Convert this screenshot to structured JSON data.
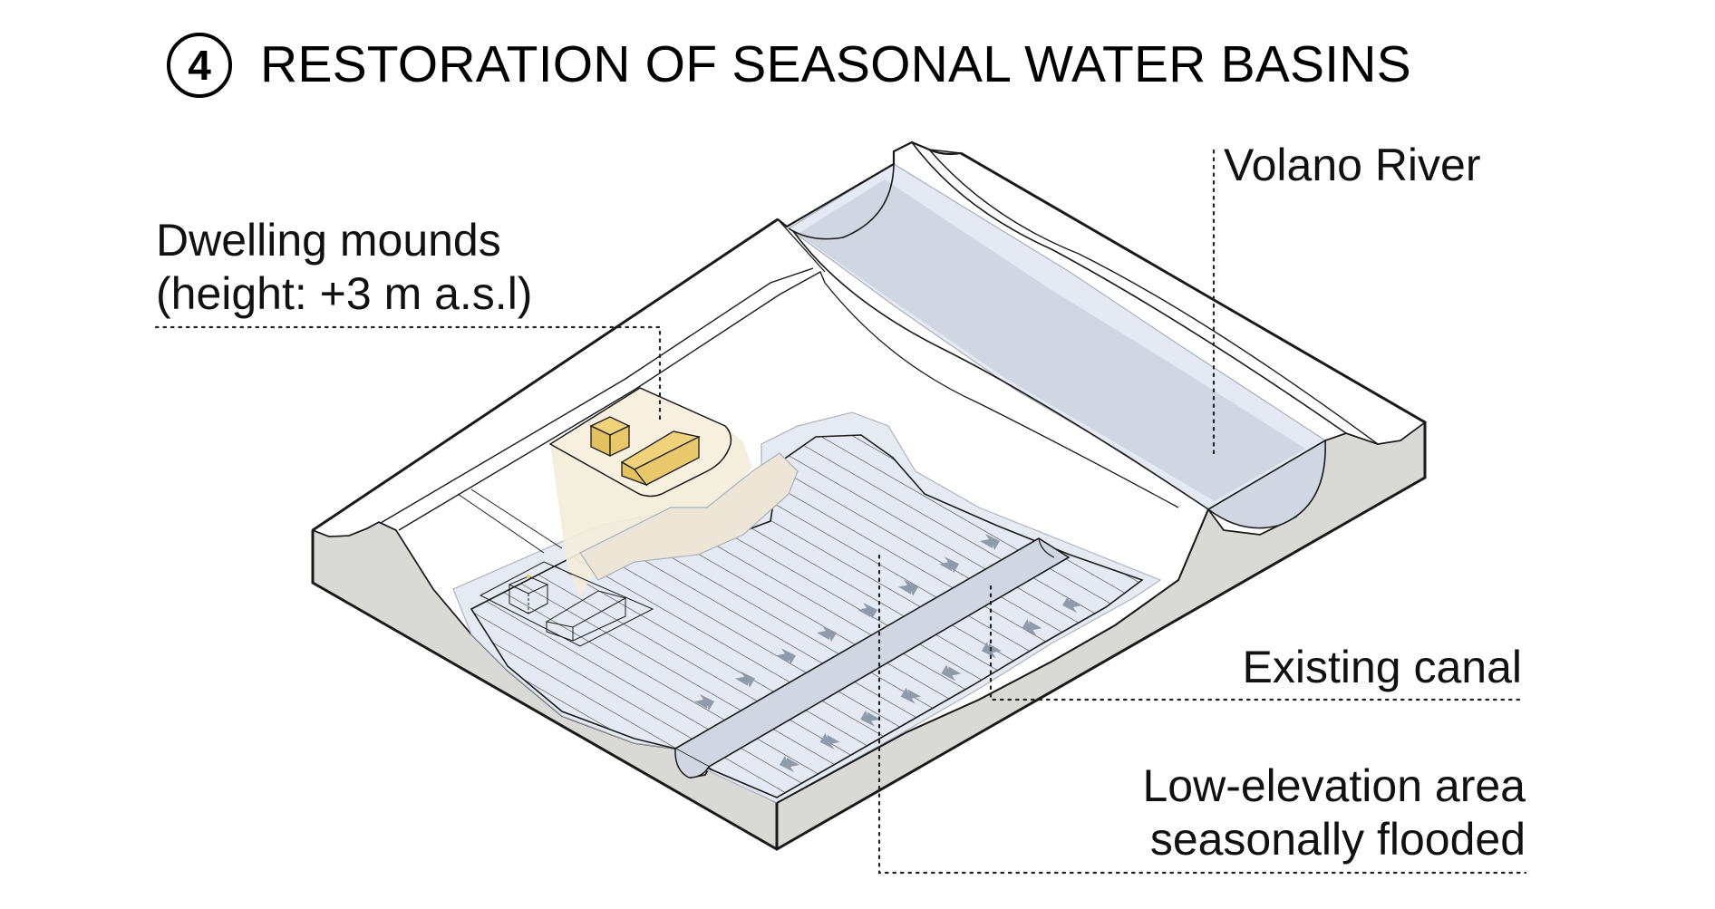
{
  "header": {
    "step_number": "4",
    "title": "RESTORATION  OF SEASONAL WATER BASINS"
  },
  "labels": {
    "dwelling_mounds": {
      "line1": "Dwelling mounds",
      "line2": "(height: +3 m a.s.l)"
    },
    "river": "Volano River",
    "canal": "Existing canal",
    "flood_area": {
      "line1": "Low-elevation area",
      "line2": "seasonally flooded"
    }
  },
  "colors": {
    "side_face": "#d9d9d6",
    "land_top": "#ffffff",
    "water_shallow": "#e4e9f3",
    "water_deep": "#d0d7e2",
    "mound": "#f7f0de",
    "mound_shadow": "#ede6d6",
    "building": "#e8c86a",
    "arrow": "#8f9bab",
    "outline": "#1a1a1a"
  },
  "flow_arrows": {
    "upstream_count": 8,
    "downstream_count": 8
  }
}
